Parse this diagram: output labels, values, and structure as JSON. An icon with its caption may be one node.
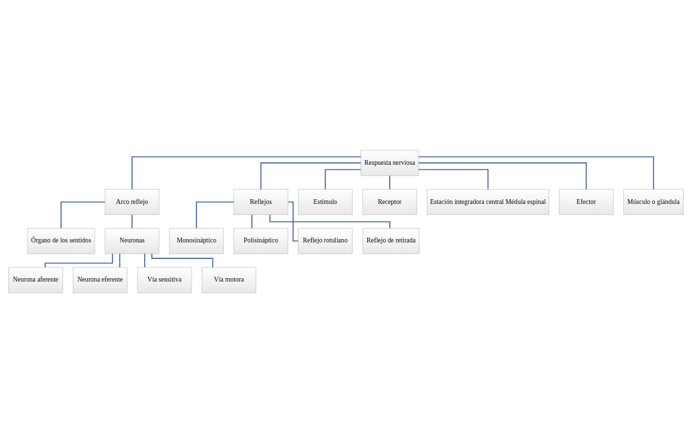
{
  "diagram": {
    "nodes": [
      {
        "text": [
          "Respuesta nerviosa"
        ]
      },
      {
        "text": [
          "Arco reflejo"
        ]
      },
      {
        "text": [
          "Reflejos"
        ]
      },
      {
        "text": [
          "Órgano de los sentidos"
        ]
      },
      {
        "text": [
          "Neuronas"
        ]
      },
      {
        "text": [
          "Monosináptico"
        ]
      },
      {
        "text": [
          "Polisináptico"
        ]
      },
      {
        "text": [
          "Neurona aferente"
        ]
      },
      {
        "text": [
          "Neurona eferente"
        ]
      },
      {
        "text": [
          "Reflejo rotuliano"
        ]
      },
      {
        "text": [
          "Reflejo de retirada"
        ]
      },
      {
        "text": [
          "Vía sensitiva"
        ]
      },
      {
        "text": [
          "Vía motora"
        ]
      },
      {
        "text": [
          "Estímulo"
        ]
      },
      {
        "text": [
          "Receptor"
        ]
      },
      {
        "text": [
          "Estación integradora central Médula espinal"
        ]
      },
      {
        "text": [
          "Efector"
        ]
      },
      {
        "text": [
          "Músculo o glándula"
        ]
      }
    ],
    "edges": [
      {
        "from": 0,
        "to": 1,
        "arrow": "none"
      },
      {
        "from": 0,
        "to": 2,
        "arrow": "none"
      },
      {
        "from": 1,
        "to": 3,
        "arrow": "none"
      },
      {
        "from": 1,
        "to": 4,
        "arrow": "none"
      },
      {
        "from": 2,
        "to": 5,
        "arrow": "none"
      },
      {
        "from": 2,
        "to": 6,
        "arrow": "none"
      },
      {
        "from": 4,
        "to": 7,
        "arrow": "none"
      },
      {
        "from": 4,
        "to": 8,
        "arrow": "none"
      },
      {
        "from": 2,
        "to": 9,
        "arrow": "none"
      },
      {
        "from": 2,
        "to": 10,
        "arrow": "none"
      },
      {
        "from": 4,
        "to": 11,
        "arrow": "none"
      },
      {
        "from": 4,
        "to": 12,
        "arrow": "none"
      },
      {
        "from": 0,
        "to": 13,
        "arrow": "none"
      },
      {
        "from": 0,
        "to": 14,
        "arrow": "none"
      },
      {
        "from": 0,
        "to": 15,
        "arrow": "none"
      },
      {
        "from": 0,
        "to": 16,
        "arrow": "none"
      },
      {
        "from": 0,
        "to": 17,
        "arrow": "none"
      }
    ]
  }
}
